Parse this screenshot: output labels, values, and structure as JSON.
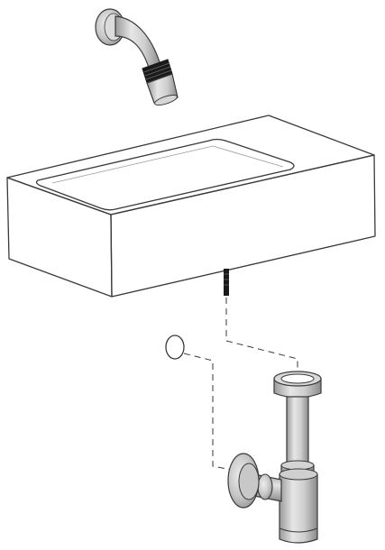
{
  "illustration": {
    "kind": "installation-diagram",
    "components": [
      "wall-tap-spout",
      "rectangular-washbasin",
      "waste-valve",
      "bottle-trap",
      "wall-drain-rosette"
    ],
    "colors": {
      "line": "#3a3a3a",
      "metal_light": "#e2e2e2",
      "metal_mid": "#bdbdbd",
      "metal_dark": "#8f8f8f",
      "thread_black": "#1a1a1a",
      "background": "#ffffff"
    }
  }
}
